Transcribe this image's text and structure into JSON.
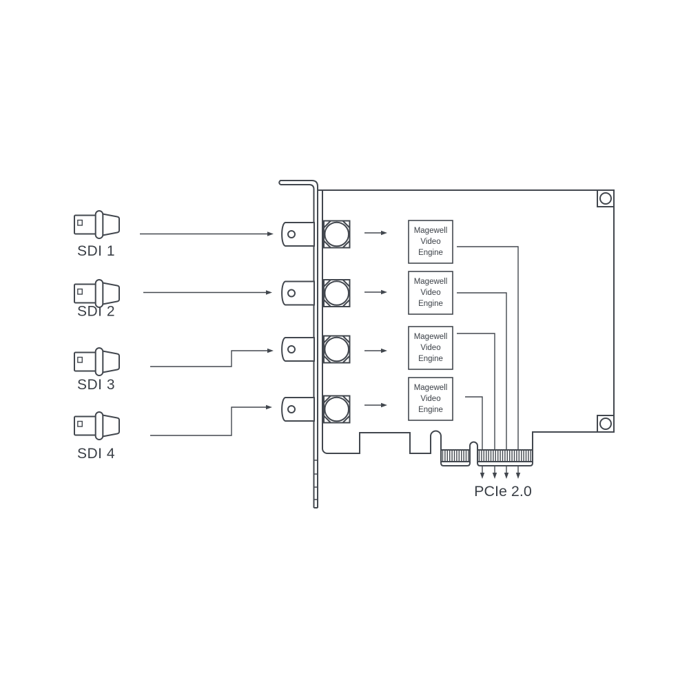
{
  "diagram": {
    "description": "SDI capture card signal-flow diagram",
    "inputs": [
      {
        "label": "SDI 1"
      },
      {
        "label": "SDI 2"
      },
      {
        "label": "SDI 3"
      },
      {
        "label": "SDI 4"
      }
    ],
    "engine_box": {
      "line1": "Magewell",
      "line2": "Video",
      "line3": "Engine"
    },
    "bus": {
      "label": "PCIe 2.0"
    },
    "icons": {
      "sdi_plug": "bnc-cable-plug",
      "bnc_port": "bnc-port-front",
      "mounting_hole": "screw-hole",
      "edge_connector": "pcie-gold-fingers"
    },
    "colors": {
      "background": "#ffffff",
      "line": "#42474e",
      "text": "#3a3f46"
    }
  }
}
